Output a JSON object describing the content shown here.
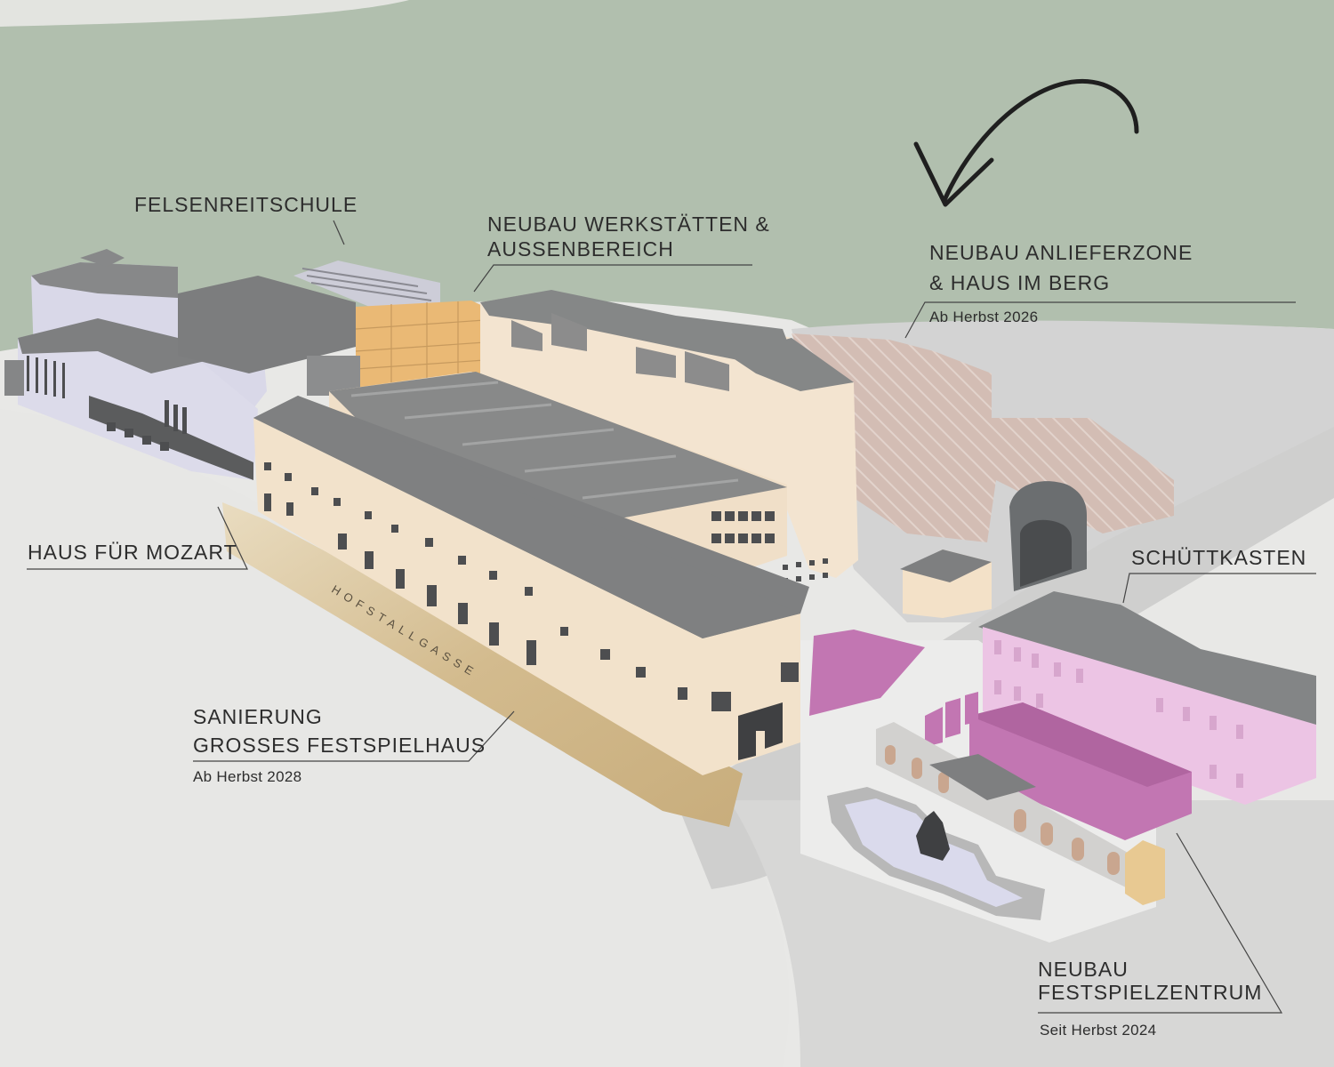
{
  "labels": {
    "felsenreitschule": "FELSENREITSCHULE",
    "werkstaetten_1": "NEUBAU WERKSTÄTTEN &",
    "werkstaetten_2": "AUSSENBEREICH",
    "anlieferzone_1": "NEUBAU ANLIEFERZONE",
    "anlieferzone_2": "& HAUS IM BERG",
    "anlieferzone_date": "Ab Herbst 2026",
    "mozart": "HAUS FÜR MOZART",
    "schuettkasten": "SCHÜTTKASTEN",
    "festspielhaus_1": "SANIERUNG",
    "festspielhaus_2": "GROSSES FESTSPIELHAUS",
    "festspielhaus_date": "Ab Herbst 2028",
    "zentrum_1": "NEUBAU",
    "zentrum_2": "FESTSPIELZENTRUM",
    "zentrum_date": "Seit Herbst 2024",
    "street": "HOFSTALLGASSE"
  },
  "colors": {
    "hill": "#b1bfae",
    "ground": "#e8e8e6",
    "road": "#cfcfce",
    "roof": "#858787",
    "facade": "#f3e4d0",
    "old_building": "#dcdbea",
    "workshop": "#eab975",
    "hatch": "#d6b6a6",
    "magenta": "#c276b2",
    "schuettkasten": "#ecc4e4",
    "street": "#cdb589"
  }
}
